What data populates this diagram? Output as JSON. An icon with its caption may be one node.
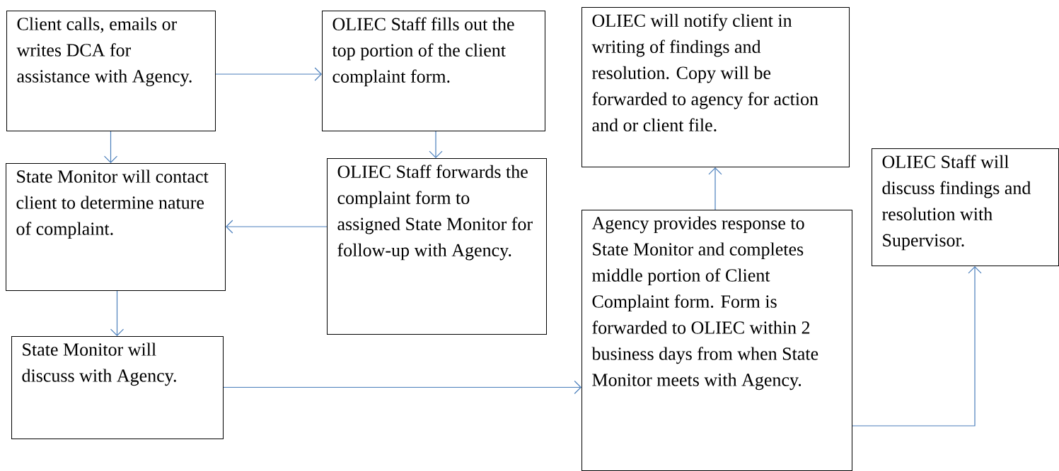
{
  "diagram": {
    "nodes": [
      {
        "text": [
          "Client calls, emails or writes DCA for assistance with Agency."
        ]
      },
      {
        "text": [
          "OLIEC Staff fills out the top portion of the client complaint form."
        ]
      },
      {
        "text": [
          "OLIEC will notify client in writing of findings and resolution.  Copy will be forwarded to agency for action and or client file."
        ]
      },
      {
        "text": [
          "State Monitor will contact client to determine nature of complaint."
        ]
      },
      {
        "text": [
          "OLIEC Staff forwards the complaint form to assigned State Monitor for follow-up with Agency."
        ]
      },
      {
        "text": [
          "OLIEC Staff will discuss findings and resolution with Supervisor."
        ]
      },
      {
        "text": [
          "Agency provides response to State Monitor and completes middle portion of Client Complaint form. Form is forwarded to OLIEC within 2 business days from when State Monitor meets with Agency."
        ]
      },
      {
        "text": [
          "State Monitor will discuss with Agency."
        ]
      }
    ],
    "edges": [
      {
        "from": 0,
        "to": 1,
        "arrow": "to"
      },
      {
        "from": 0,
        "to": 3,
        "arrow": "to"
      },
      {
        "from": 1,
        "to": 4,
        "arrow": "to"
      },
      {
        "from": 4,
        "to": 3,
        "arrow": "to"
      },
      {
        "from": 3,
        "to": 7,
        "arrow": "to"
      },
      {
        "from": 7,
        "to": 6,
        "arrow": "to"
      },
      {
        "from": 6,
        "to": 2,
        "arrow": "to"
      },
      {
        "from": 6,
        "to": 5,
        "arrow": "to"
      }
    ]
  }
}
